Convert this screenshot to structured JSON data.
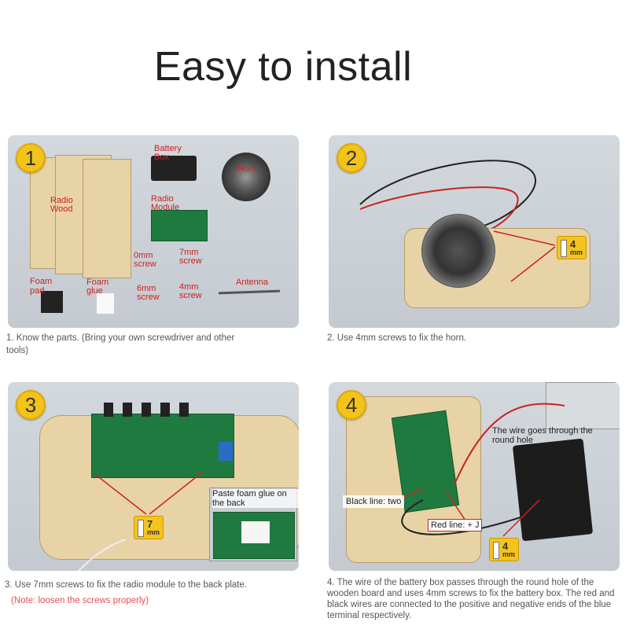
{
  "title": "Easy to install",
  "steps": [
    {
      "number": "1",
      "caption": "1. Know the parts. (Bring your own screwdriver and other tools)",
      "labels": {
        "battery_box": "Battery Box",
        "horn": "Horn",
        "radio_wood": "Radio Wood",
        "radio_module": "Radio Module",
        "screw_0mm": "0mm screw",
        "screw_7mm": "7mm screw",
        "foam_pad": "Foam pad",
        "foam_glue": "Foam glue",
        "screw_6mm": "6mm screw",
        "screw_4mm": "4mm screw",
        "antenna": "Antenna"
      }
    },
    {
      "number": "2",
      "caption": "2. Use 4mm screws to fix the horn.",
      "screw_tag": {
        "num": "4",
        "unit": "mm"
      }
    },
    {
      "number": "3",
      "caption": "3. Use 7mm screws to fix the radio module to the back plate.",
      "note": "(Note: loosen the screws properly)",
      "callout": "Paste foam glue on the back",
      "screw_tag": {
        "num": "7",
        "unit": "mm"
      }
    },
    {
      "number": "4",
      "caption": "4. The wire of the battery box passes through the round hole of the wooden board and uses 4mm screws to fix the battery box. The red and black wires are connected to the positive and negative ends of the blue terminal respectively.",
      "wire_label": "The wire goes through the round hole",
      "black_line": "Black line: two",
      "red_line": "Red line: + J",
      "screw_tag": {
        "num": "4",
        "unit": "mm"
      }
    }
  ]
}
